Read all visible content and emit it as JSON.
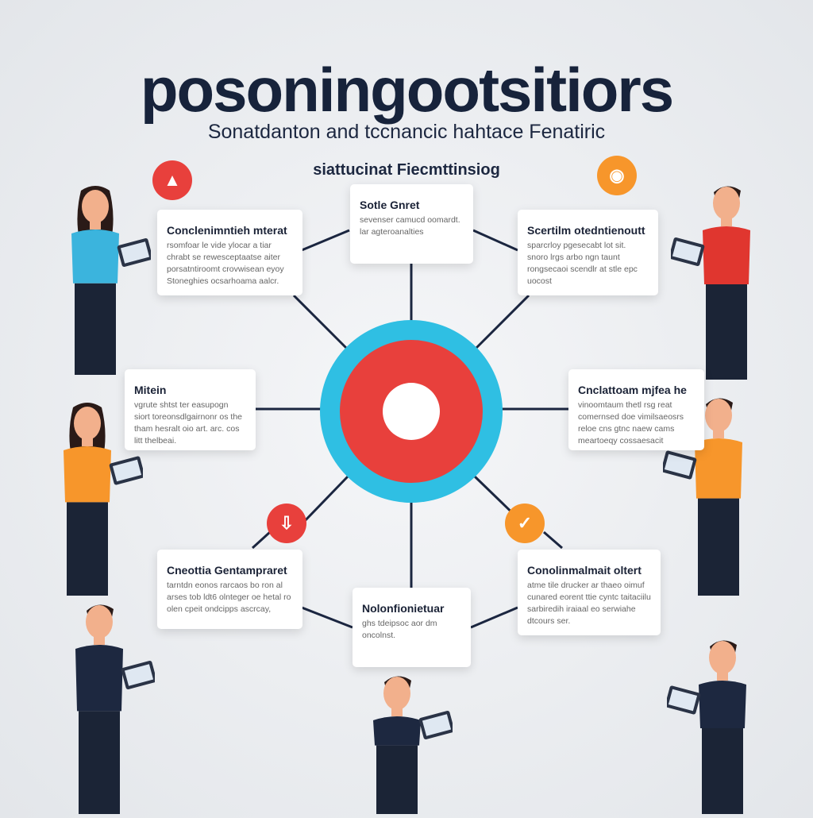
{
  "title": "posoningootsitiors",
  "subtitle": "Sonatdanton and tccnancic  hahtace Fenatiric",
  "tagline": "siattucinat Fiecmttinsiog",
  "colors": {
    "navy": "#17233b",
    "red": "#e8403c",
    "cyan": "#2fbfe3",
    "orange": "#f7962b"
  },
  "icons": [
    {
      "name": "image-icon",
      "glyph": "▲"
    },
    {
      "name": "wifi-icon",
      "glyph": "◉"
    },
    {
      "name": "download-icon",
      "glyph": "⇩"
    },
    {
      "name": "chart-icon",
      "glyph": "✓"
    }
  ],
  "cards": [
    {
      "title": "Conclenimntieh mterat",
      "body": "rsomfoar le vide ylocar a tiar chrabt se rewesceptaatse aiter porsatntiroomt crovwisean eyoy Stoneghies ocsarhoama aalcr."
    },
    {
      "title": "Sotle Gnret",
      "body": "sevenser camucd oomardt. lar agteroanalties"
    },
    {
      "title": "Scertilm otedntienoutt",
      "body": "sparcrloy pgesecabt lot sit. snoro lrgs arbo ngn taunt rongsecaoi scendlr at stle epc uocost"
    },
    {
      "title": "Mitein",
      "body": "vgrute shtst ter easupogn siort toreonsdlgairnonr os the tham hesralt oio art. arc. cos litt thelbeai."
    },
    {
      "title": "Cnclattoam mjfea he",
      "body": "vinoomtaum thetl rsg reat comernsed doe vimilsaeosrs reloe cns gtnc naew cams meartoeqy cossaesacit"
    },
    {
      "title": "Cneottia Gentampraret",
      "body": "tarntdn eonos rarcaos bo ron al arses tob ldt6 olnteger oe hetal ro olen cpeit ondcipps ascrcay,"
    },
    {
      "title": "Nolonfionietuar",
      "body": "ghs tdeipsoc aor dm oncolnst."
    },
    {
      "title": "Conolinmalmait oltert",
      "body": "atme tile drucker ar thaeo oimuf cunared eorent ttie cyntc taitaciilu sarbiredih iraiaal eo serwiahe dtcours ser."
    }
  ]
}
